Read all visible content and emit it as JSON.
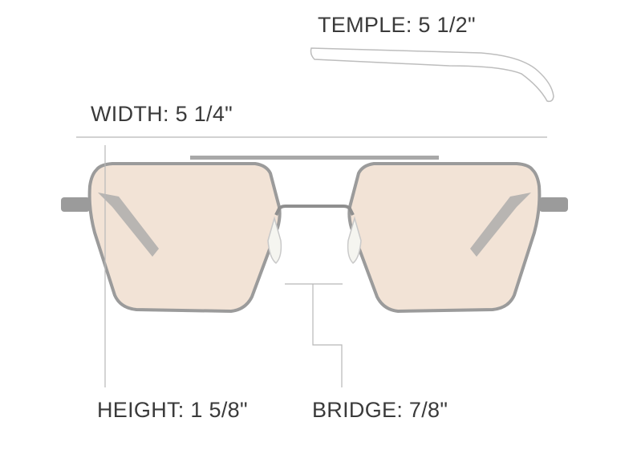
{
  "measurements": {
    "temple": "TEMPLE: 5 1/2\"",
    "width": "WIDTH: 5 1/4\"",
    "height": "HEIGHT: 1 5/8\"",
    "bridge": "BRIDGE: 7/8\""
  },
  "colors": {
    "lens": "#f2e3d6",
    "frame": "#9b9b9b",
    "guide_line": "#b8b8b8",
    "text": "#3a3a3a"
  }
}
